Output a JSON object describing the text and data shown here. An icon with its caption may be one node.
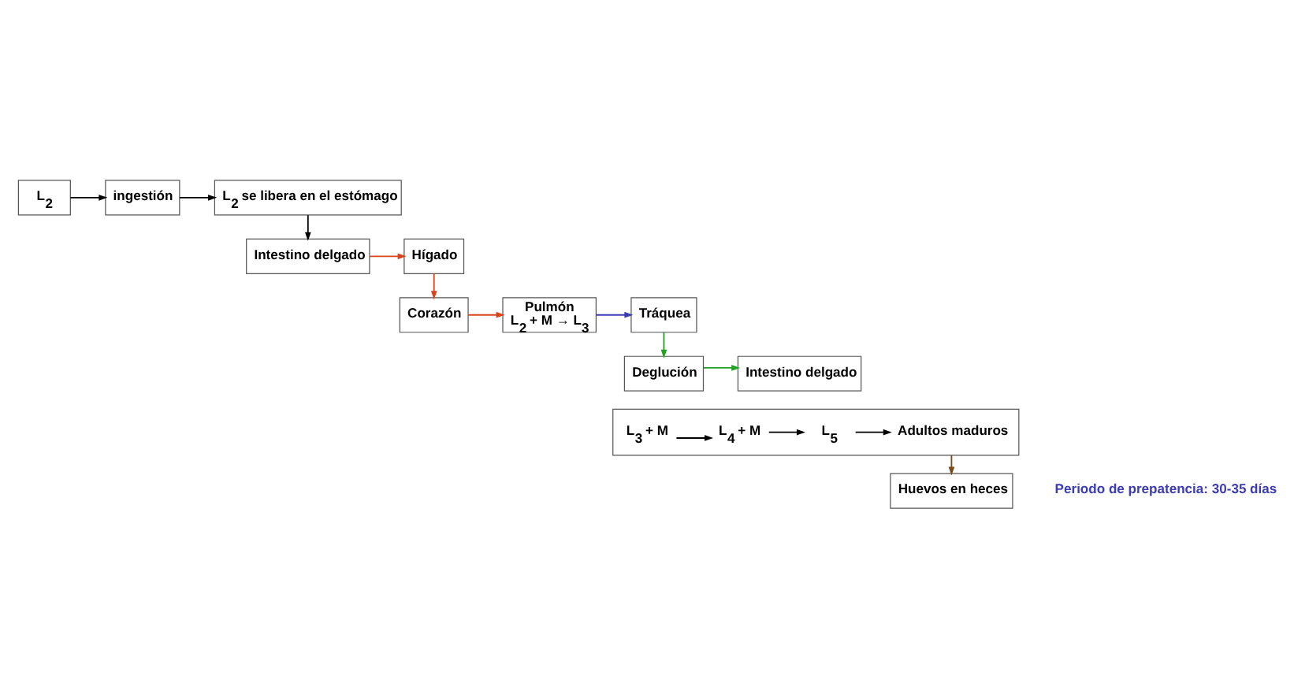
{
  "diagram": {
    "nodes": [
      {
        "text": [
          "L$_{2}$"
        ]
      },
      {
        "text": [
          "ingestión"
        ]
      },
      {
        "text": [
          "L$_{2}$ se libera en el estómago"
        ]
      },
      {
        "text": [
          "Intestino delgado"
        ]
      },
      {
        "text": [
          "Hígado"
        ]
      },
      {
        "text": [
          "Corazón"
        ]
      },
      {
        "text": [
          "Pulmón",
          "L$_{2}$ + M → L$_{3}$"
        ]
      },
      {
        "text": [
          "Tráquea"
        ]
      },
      {
        "text": [
          "Deglución"
        ]
      },
      {
        "text": [
          "Intestino delgado"
        ]
      },
      {
        "text": [],
        "shape": "box"
      },
      {
        "text": [
          "L$_{3}$ + M"
        ],
        "in": 10
      },
      {
        "text": [
          "L$_{4}$ + M"
        ],
        "in": 10
      },
      {
        "text": [
          "L$_{5}$"
        ],
        "in": 10
      },
      {
        "text": [
          "Adultos maduros"
        ],
        "in": 10
      },
      {
        "text": [
          "Huevos en heces"
        ]
      }
    ],
    "edges": [
      {
        "from": 0,
        "to": 1,
        "arrow": "to"
      },
      {
        "from": 1,
        "to": 2,
        "arrow": "to"
      },
      {
        "from": 2,
        "to": 3,
        "arrow": "to"
      },
      {
        "from": 3,
        "to": 4,
        "arrow": "to",
        "color": "#d9441c"
      },
      {
        "from": 4,
        "to": 5,
        "arrow": "to",
        "color": "#d9441c"
      },
      {
        "from": 5,
        "to": 6,
        "arrow": "to",
        "color": "#d9441c"
      },
      {
        "from": 6,
        "to": 7,
        "arrow": "to",
        "color": "#3c3cb4"
      },
      {
        "from": 7,
        "to": 8,
        "arrow": "to",
        "color": "#22a022"
      },
      {
        "from": 8,
        "to": 9,
        "arrow": "to",
        "color": "#22a022"
      },
      {
        "from": 11,
        "to": 12,
        "arrow": "to"
      },
      {
        "from": 12,
        "to": 13,
        "arrow": "to"
      },
      {
        "from": 13,
        "to": 14,
        "arrow": "to"
      },
      {
        "from": 10,
        "to": 15,
        "arrow": "to",
        "color": "#7a4a1a"
      }
    ],
    "labels": [
      "Periodo de prepatencia: 30-35 días"
    ]
  }
}
